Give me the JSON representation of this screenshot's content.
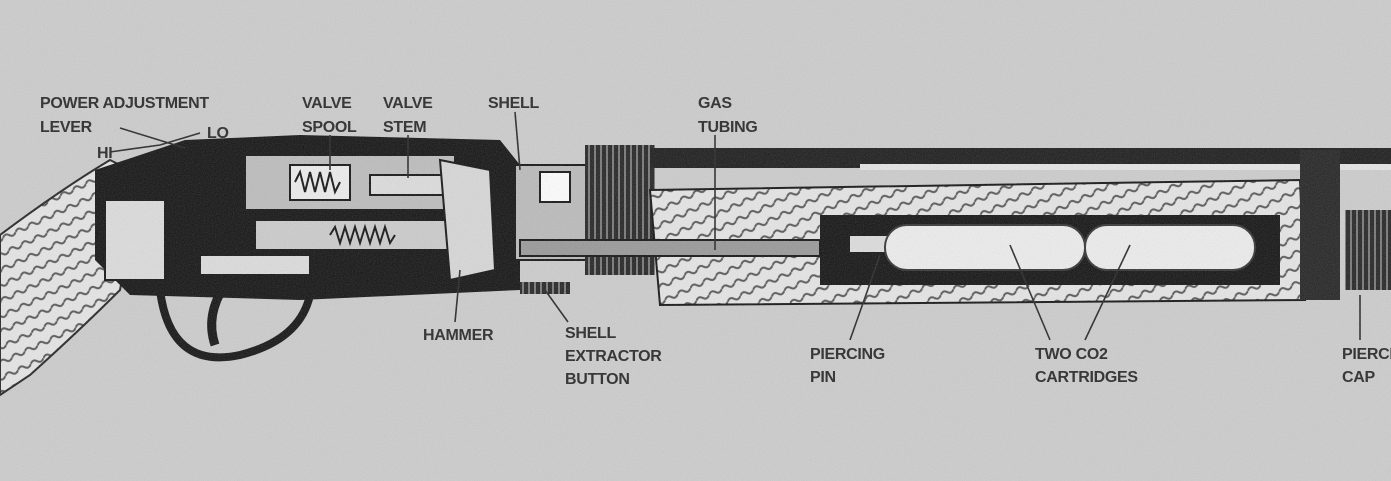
{
  "labels": {
    "power_adjustment_lever": [
      "POWER ADJUSTMENT",
      "LEVER"
    ],
    "hi": "HI",
    "lo": "LO",
    "valve_spool": [
      "VALVE",
      "SPOOL"
    ],
    "valve_stem": [
      "VALVE",
      "STEM"
    ],
    "shell": "SHELL",
    "gas_tubing": [
      "GAS",
      "TUBING"
    ],
    "hammer": "HAMMER",
    "shell_extractor_button": [
      "SHELL",
      "EXTRACTOR",
      "BUTTON"
    ],
    "piercing_pin": [
      "PIERCING",
      "PIN"
    ],
    "two_co2_cartridges": [
      "TWO CO2",
      "CARTRIDGES"
    ],
    "piercing_cap": [
      "PIERCING",
      "CAP"
    ]
  }
}
